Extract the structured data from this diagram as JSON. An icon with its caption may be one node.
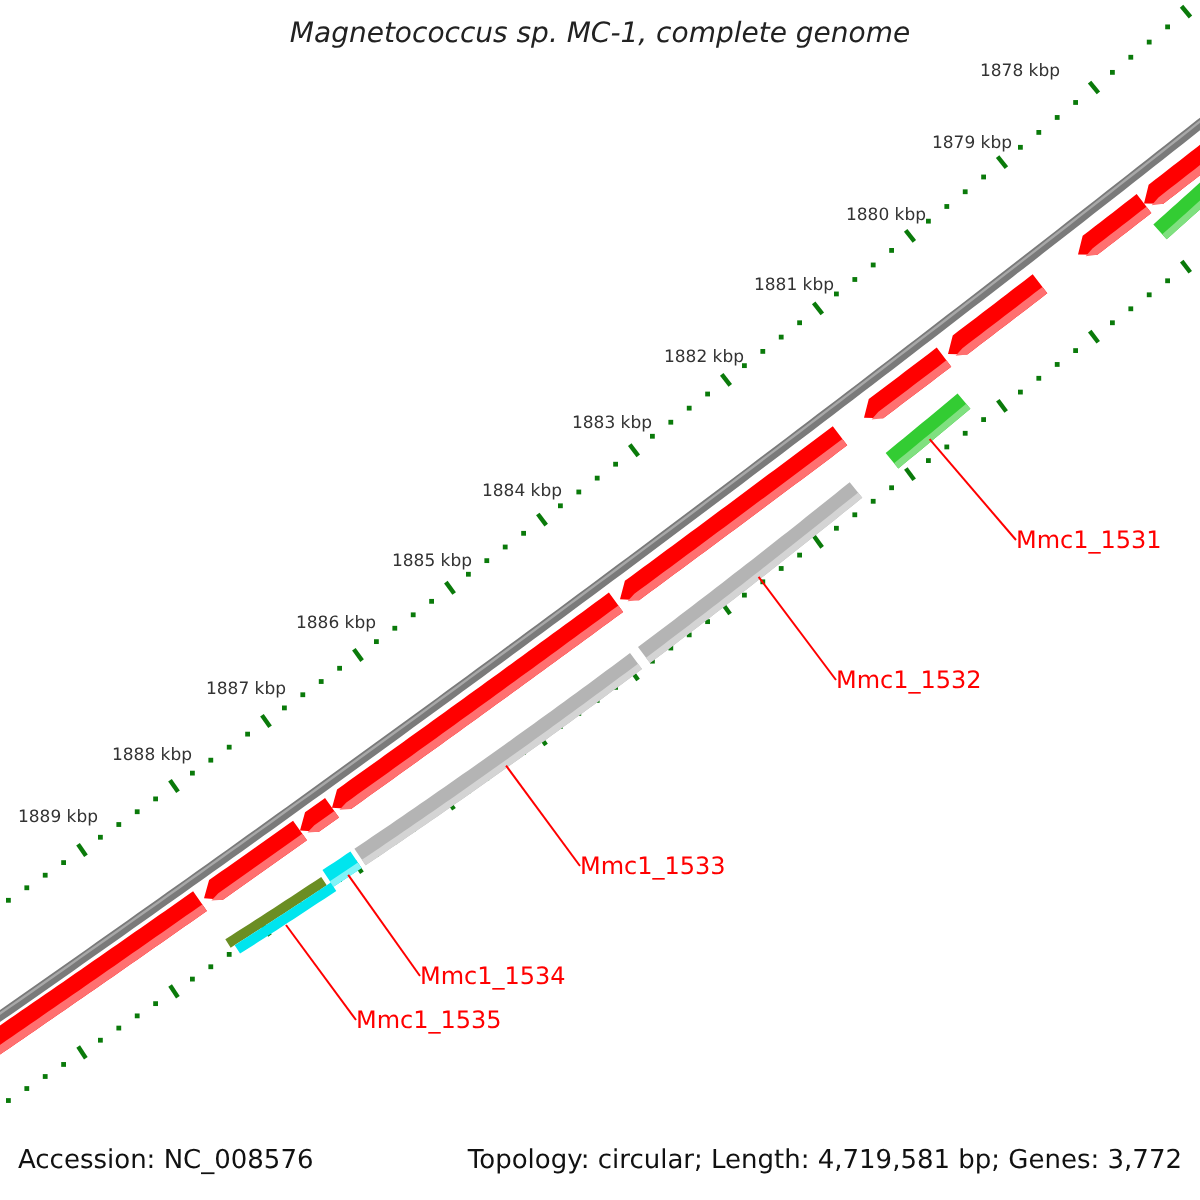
{
  "diagram": {
    "title": "Magnetococcus sp. MC-1, complete genome",
    "nodes": [
      {
        "text": [
          "Mmc1_1531"
        ]
      },
      {
        "text": [
          "Mmc1_1532"
        ]
      },
      {
        "text": [
          "Mmc1_1533"
        ]
      },
      {
        "text": [
          "Mmc1_1534"
        ]
      },
      {
        "text": [
          "Mmc1_1535"
        ]
      },
      {
        "text": [],
        "shape": "pentagon"
      },
      {
        "text": [],
        "shape": "pentagon"
      },
      {
        "text": [],
        "shape": "bar"
      },
      {
        "text": [],
        "shape": "pentagon"
      },
      {
        "text": [],
        "shape": "bar"
      },
      {
        "text": [],
        "shape": "pentagon"
      },
      {
        "text": [],
        "shape": "bar"
      },
      {
        "text": [],
        "shape": "pentagon"
      },
      {
        "text": [],
        "shape": "bar"
      },
      {
        "text": [],
        "shape": "pentagon"
      },
      {
        "text": [],
        "shape": "bar"
      },
      {
        "text": [],
        "shape": "pentagon"
      },
      {
        "text": [],
        "shape": "pentagon"
      },
      {
        "text": [],
        "shape": "pentagon"
      },
      {
        "text": [],
        "shape": "bar"
      }
    ],
    "edges": [
      {
        "from": 0,
        "to": 15,
        "arrow": "none"
      },
      {
        "from": 1,
        "to": 13,
        "arrow": "none"
      },
      {
        "from": 2,
        "to": 11,
        "arrow": "none"
      },
      {
        "from": 3,
        "to": 9,
        "arrow": "none"
      },
      {
        "from": 4,
        "to": 7,
        "arrow": "none"
      }
    ],
    "labels": [
      "1878 kbp",
      "1879 kbp",
      "1880 kbp",
      "1881 kbp",
      "1882 kbp",
      "1883 kbp",
      "1884 kbp",
      "1885 kbp",
      "1886 kbp",
      "1887 kbp",
      "1888 kbp",
      "1889 kbp",
      "Accession: NC_008576",
      "Topology: circular; Length: 4,719,581 bp; Genes: 3,772"
    ]
  }
}
